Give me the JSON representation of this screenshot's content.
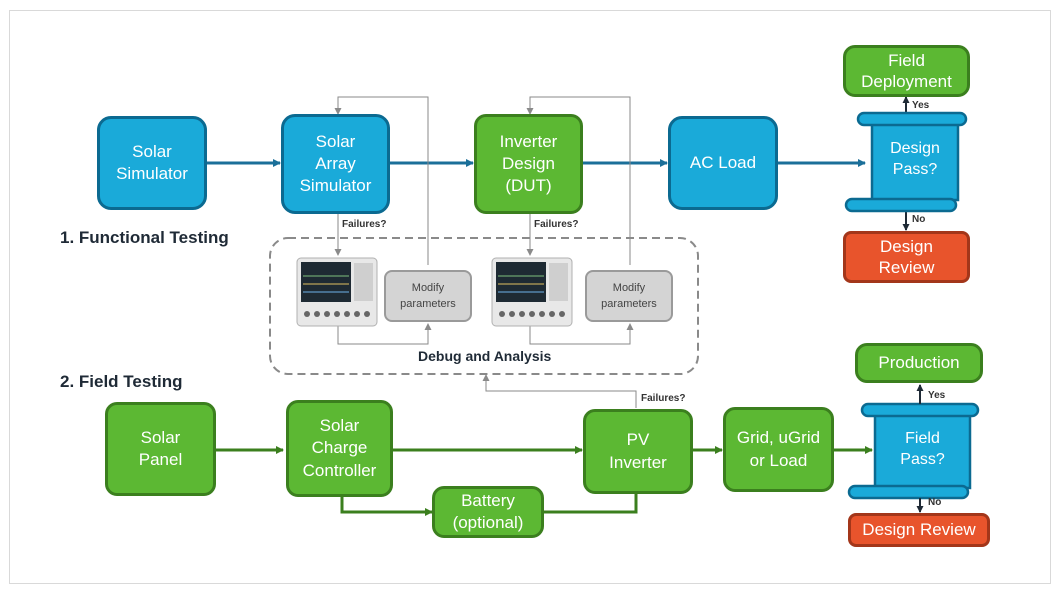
{
  "sections": {
    "functional": "1. Functional Testing",
    "field": "2. Field Testing"
  },
  "nodes": {
    "solar_simulator": "Solar\nSimulator",
    "solar_array_simulator": "Solar\nArray\nSimulator",
    "inverter_design": "Inverter\nDesign\n(DUT)",
    "ac_load": "AC Load",
    "design_pass": "Design\nPass?",
    "field_deployment": "Field\nDeployment",
    "design_review_top": "Design\nReview",
    "modify_parameters_1": "Modify\nparameters",
    "modify_parameters_2": "Modify\nparameters",
    "solar_panel": "Solar\nPanel",
    "solar_charge_controller": "Solar\nCharge\nController",
    "battery": "Battery\n(optional)",
    "pv_inverter": "PV\nInverter",
    "grid_load": "Grid, uGrid\nor Load",
    "field_pass": "Field\nPass?",
    "production": "Production",
    "design_review_bottom": "Design Review"
  },
  "labels": {
    "failures_1": "Failures?",
    "failures_2": "Failures?",
    "failures_3": "Failures?",
    "yes_top": "Yes",
    "no_top": "No",
    "yes_bottom": "Yes",
    "no_bottom": "No",
    "debug_analysis": "Debug and Analysis"
  },
  "colors": {
    "blue_fill": "#1aaad9",
    "blue_stroke": "#0b6a91",
    "green_fill": "#5cb833",
    "green_stroke": "#3b7f1e",
    "red_fill": "#e8542c",
    "arrow_blue": "#1b6f99",
    "arrow_green": "#3b7f1e"
  },
  "icons": [
    "oscilloscope-icon",
    "oscilloscope-icon"
  ]
}
